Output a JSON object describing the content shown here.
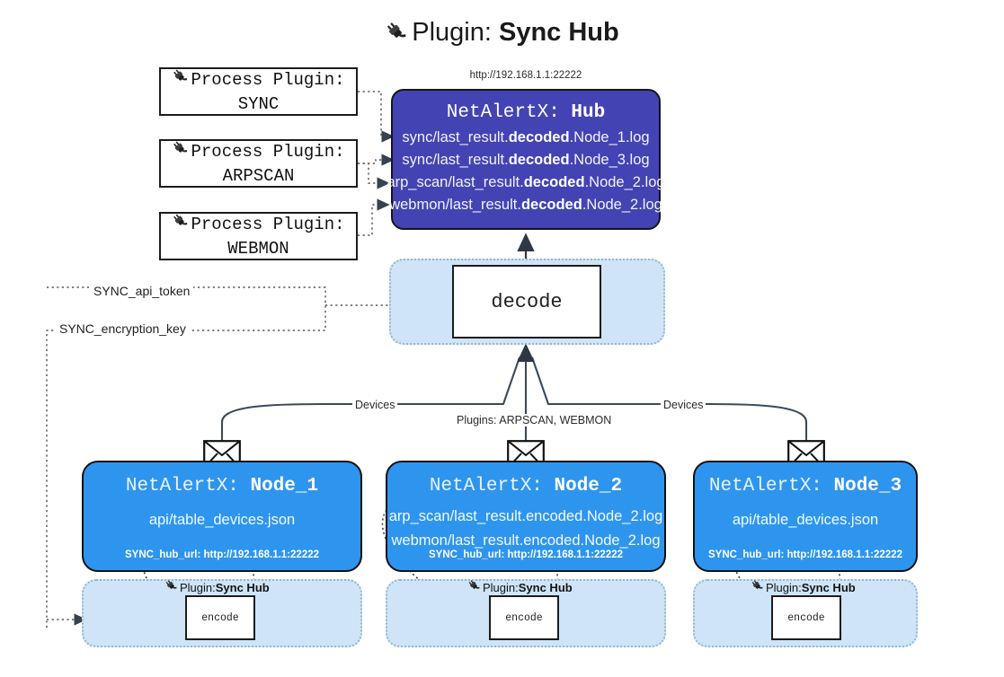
{
  "header": {
    "icon": "plug-icon",
    "prefix": "Plugin: ",
    "name": "Sync Hub"
  },
  "process_plugins": [
    {
      "icon": "plug-icon",
      "line1": "Process Plugin:",
      "line2": "SYNC"
    },
    {
      "icon": "plug-icon",
      "line1": "Process Plugin:",
      "line2": "ARPSCAN"
    },
    {
      "icon": "plug-icon",
      "line1": "Process Plugin:",
      "line2": "WEBMON"
    }
  ],
  "hub": {
    "address": "http://192.168.1.1:22222",
    "title_prefix": "NetAlertX: ",
    "title_name": "Hub",
    "logs": [
      {
        "pre": "sync/last_result.",
        "em": "decoded",
        "post": ".Node_1.log"
      },
      {
        "pre": "sync/last_result.",
        "em": "decoded",
        "post": ".Node_3.log"
      },
      {
        "pre": "arp_scan/last_result.",
        "em": "decoded",
        "post": ".Node_2.log"
      },
      {
        "pre": "webmon/last_result.",
        "em": "decoded",
        "post": ".Node_2.log"
      }
    ]
  },
  "decode": {
    "label": "decode"
  },
  "settings": {
    "api_token": "SYNC_api_token",
    "encryption_key": "SYNC_encryption_key"
  },
  "edge_labels": {
    "left_devices": "Devices",
    "center_plugins": "Plugins: ARPSCAN, WEBMON",
    "right_devices": "Devices"
  },
  "nodes": [
    {
      "icon": "envelope-icon",
      "title_prefix": "NetAlertX: ",
      "title_name": "Node_1",
      "lines": [
        "api/table_devices.json"
      ],
      "hub_url": "SYNC_hub_url: http://192.168.1.1:22222"
    },
    {
      "icon": "envelope-icon",
      "title_prefix": "NetAlertX: ",
      "title_name": "Node_2",
      "lines": [
        "arp_scan/last_result.encoded.Node_2.log",
        "webmon/last_result.encoded.Node_2.log"
      ],
      "hub_url": "SYNC_hub_url: http://192.168.1.1:22222"
    },
    {
      "icon": "envelope-icon",
      "title_prefix": "NetAlertX: ",
      "title_name": "Node_3",
      "lines": [
        "api/table_devices.json"
      ],
      "hub_url": "SYNC_hub_url: http://192.168.1.1:22222"
    }
  ],
  "encoders": [
    {
      "icon": "plug-icon",
      "plugin_prefix": "Plugin: ",
      "plugin_name": "Sync Hub",
      "box_label": "encode"
    },
    {
      "icon": "plug-icon",
      "plugin_prefix": "Plugin: ",
      "plugin_name": "Sync Hub",
      "box_label": "encode"
    },
    {
      "icon": "plug-icon",
      "plugin_prefix": "Plugin: ",
      "plugin_name": "Sync Hub",
      "box_label": "encode"
    }
  ],
  "colors": {
    "hub_fill": "#4343b4",
    "node_fill": "#2e95ef",
    "group_fill": "#cfe4f7",
    "group_border": "#8fb8d8",
    "stroke": "#3a4a58"
  }
}
